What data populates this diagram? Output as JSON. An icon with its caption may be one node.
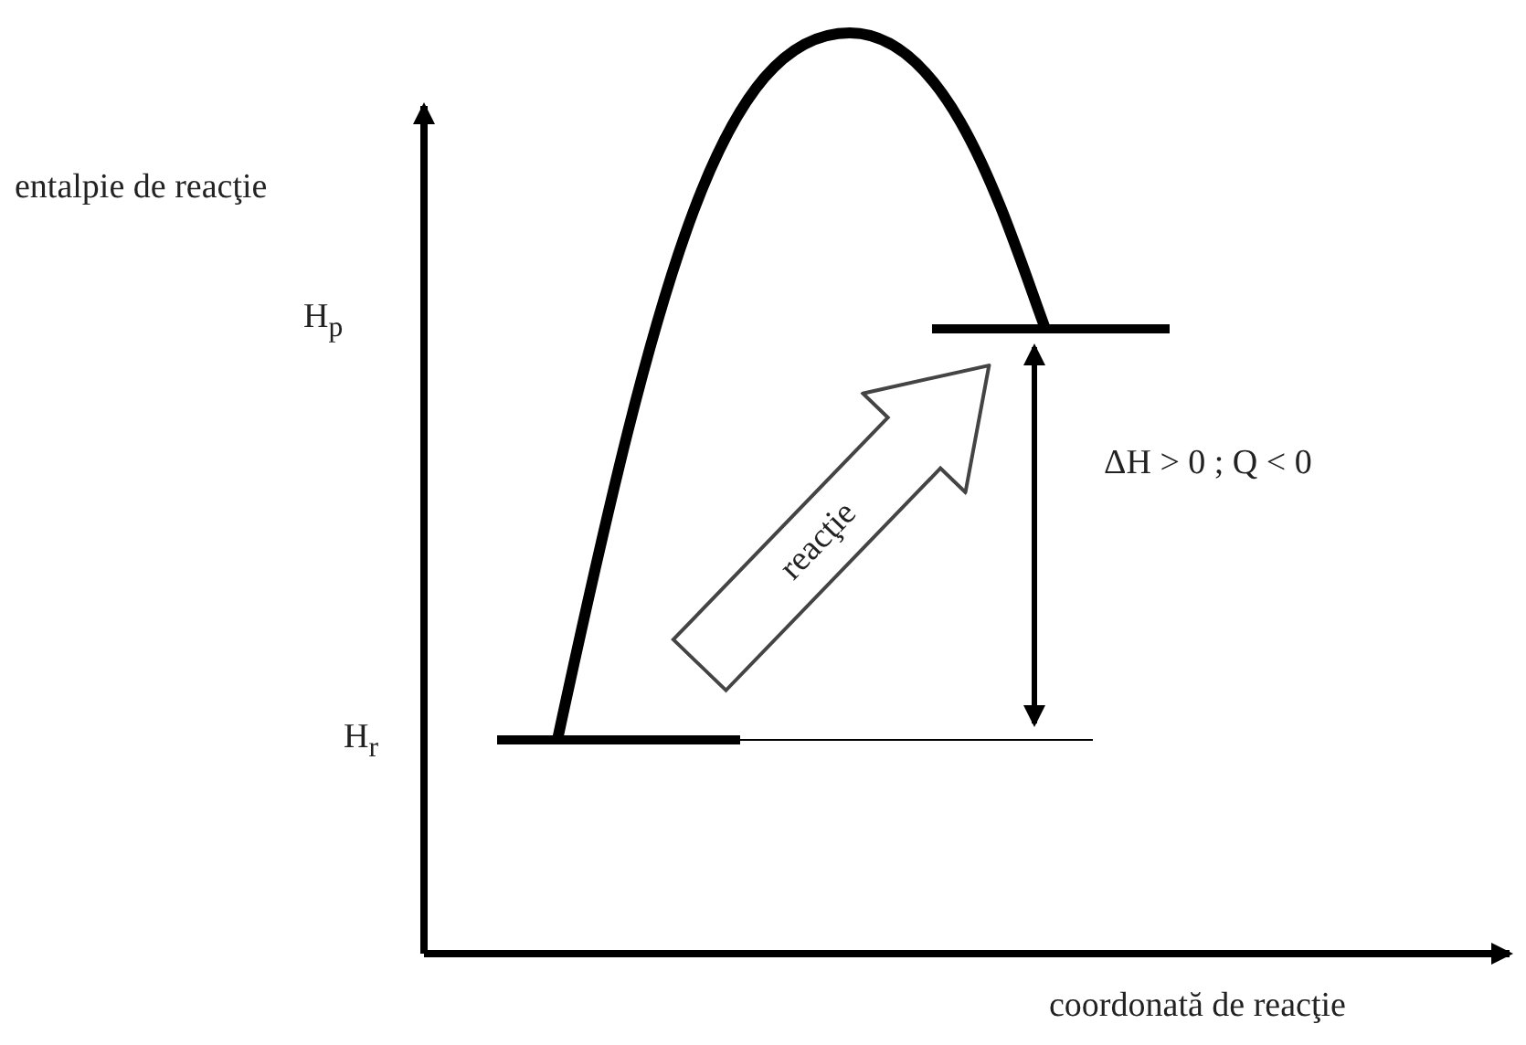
{
  "diagram": {
    "nodes": [
      {
        "text": [
          "reacţie"
        ]
      }
    ],
    "labels": [
      "entalpie de reacţie",
      "H$_{p}$",
      "H$_{r}$",
      "ΔH > 0 ; Q < 0",
      "coordonată de reacţie"
    ]
  }
}
